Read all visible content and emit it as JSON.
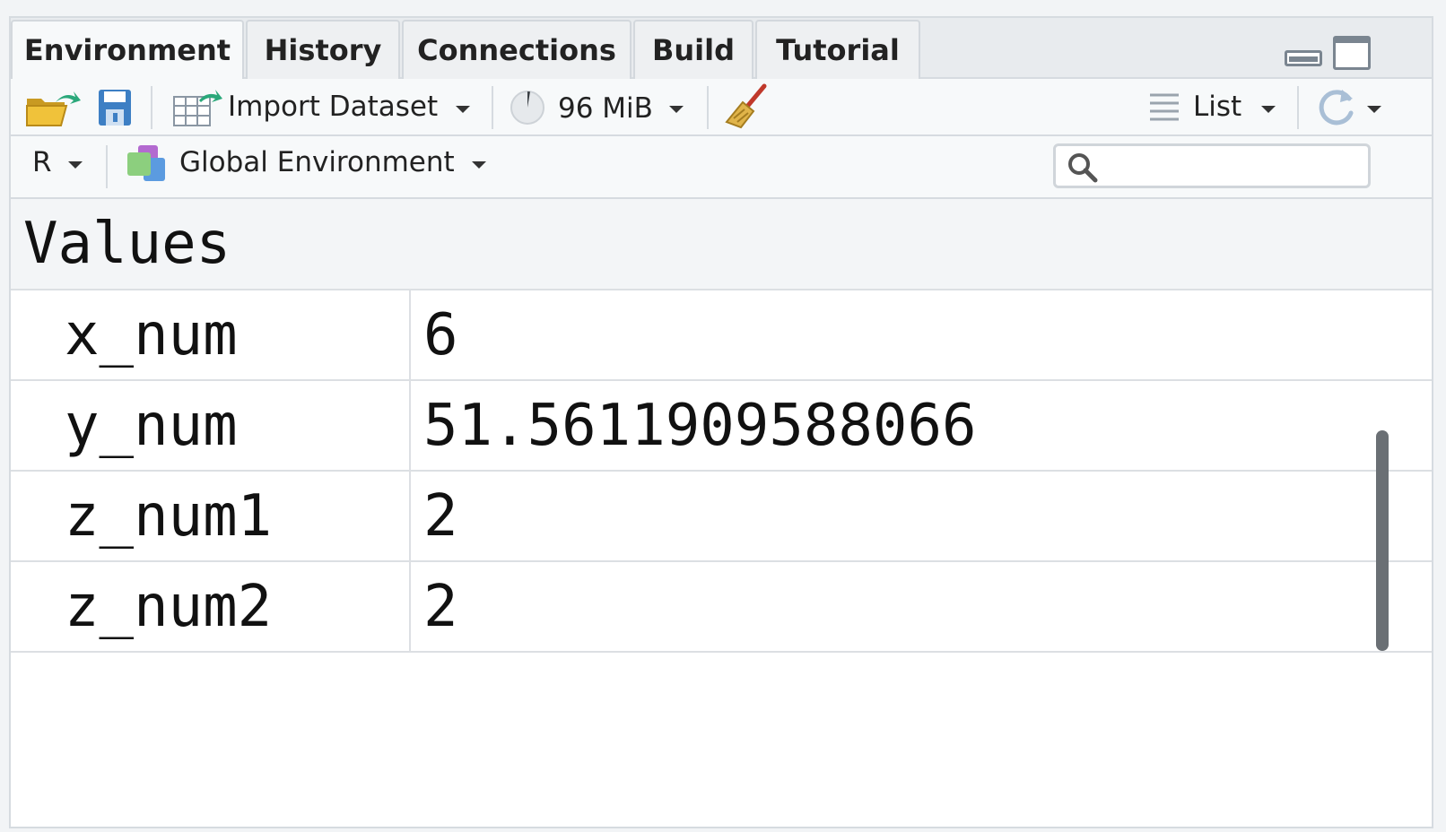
{
  "tabs": [
    {
      "label": "Environment",
      "active": true
    },
    {
      "label": "History",
      "active": false
    },
    {
      "label": "Connections",
      "active": false
    },
    {
      "label": "Build",
      "active": false
    },
    {
      "label": "Tutorial",
      "active": false
    }
  ],
  "toolbar": {
    "import_label": "Import Dataset",
    "memory_label": "96 MiB",
    "view_label": "List"
  },
  "toolbar2": {
    "language": "R",
    "environment": "Global Environment",
    "search_placeholder": ""
  },
  "section": {
    "title": "Values"
  },
  "values": [
    {
      "name": "x_num",
      "value": "6"
    },
    {
      "name": "y_num",
      "value": "51.5611909588066"
    },
    {
      "name": "z_num1",
      "value": "2"
    },
    {
      "name": "z_num2",
      "value": "2"
    }
  ],
  "colors": {
    "accent_green": "#2aa87a",
    "save_blue": "#3d7fc4",
    "folder_yellow": "#f0c23a"
  },
  "icons": {
    "open": "open-folder-icon",
    "save": "save-icon",
    "import": "import-dataset-icon",
    "memory": "memory-pie-icon",
    "clear": "broom-icon",
    "list": "list-icon",
    "refresh": "refresh-icon",
    "environment": "environment-icon",
    "search": "search-icon"
  }
}
